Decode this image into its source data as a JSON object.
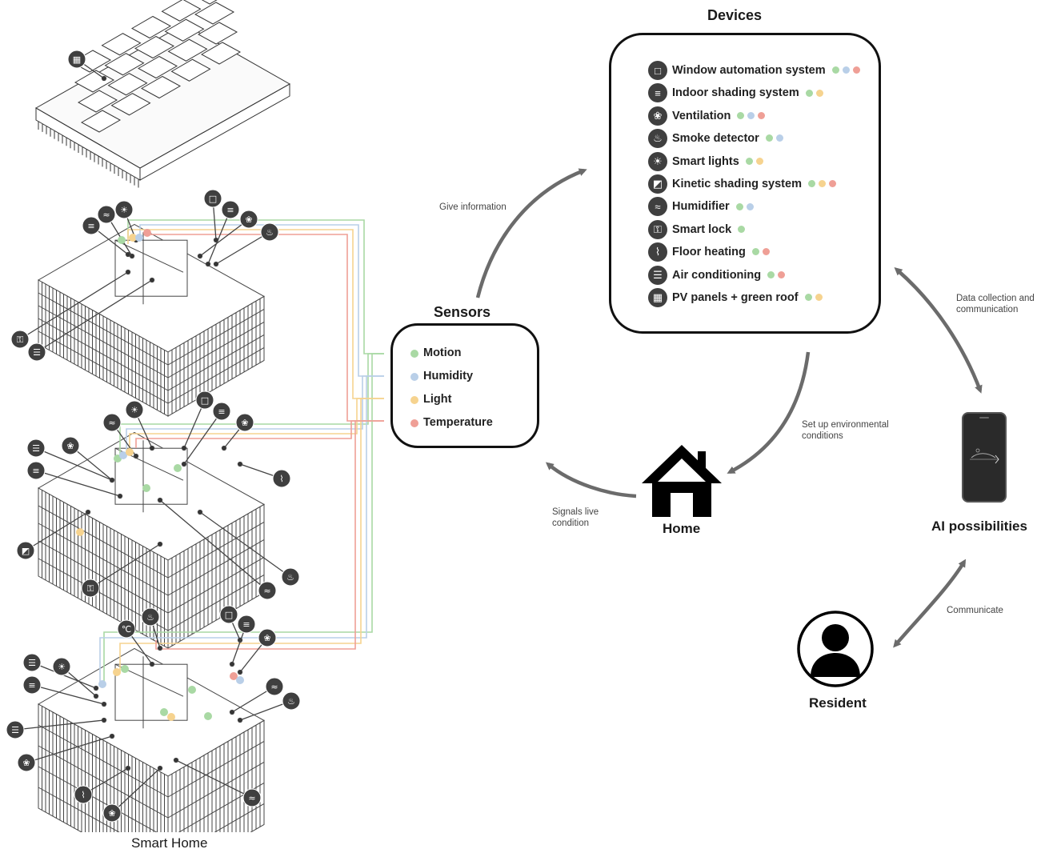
{
  "colors": {
    "motion": "#a9d9a4",
    "humidity": "#b9cfe8",
    "light": "#f6d38f",
    "temperature": "#ef9f96",
    "stroke": "#111111",
    "arrow": "#6b6b6b",
    "icon_bg": "#3f3f3f"
  },
  "labels": {
    "smart_home": "Smart Home",
    "sensors_title": "Sensors",
    "devices_title": "Devices",
    "home": "Home",
    "ai": "AI possibilities",
    "resident": "Resident"
  },
  "sensors": [
    {
      "label": "Motion",
      "color": "#a9d9a4"
    },
    {
      "label": "Humidity",
      "color": "#b9cfe8"
    },
    {
      "label": "Light",
      "color": "#f6d38f"
    },
    {
      "label": "Temperature",
      "color": "#ef9f96"
    }
  ],
  "devices": [
    {
      "label": "Window automation system",
      "icon": "window-icon",
      "sensors": [
        "motion",
        "humidity",
        "temperature"
      ]
    },
    {
      "label": "Indoor shading system",
      "icon": "blinds-icon",
      "sensors": [
        "motion",
        "light"
      ]
    },
    {
      "label": "Ventilation",
      "icon": "fan-icon",
      "sensors": [
        "motion",
        "humidity",
        "temperature"
      ]
    },
    {
      "label": "Smoke detector",
      "icon": "flame-icon",
      "sensors": [
        "motion",
        "humidity"
      ]
    },
    {
      "label": "Smart lights",
      "icon": "bulb-icon",
      "sensors": [
        "motion",
        "light"
      ]
    },
    {
      "label": "Kinetic shading system",
      "icon": "kinetic-shade-icon",
      "sensors": [
        "motion",
        "light",
        "temperature"
      ]
    },
    {
      "label": "Humidifier",
      "icon": "humidifier-icon",
      "sensors": [
        "motion",
        "humidity"
      ]
    },
    {
      "label": "Smart lock",
      "icon": "lock-icon",
      "sensors": [
        "motion"
      ]
    },
    {
      "label": "Floor heating",
      "icon": "heating-icon",
      "sensors": [
        "motion",
        "temperature"
      ]
    },
    {
      "label": "Air conditioning",
      "icon": "ac-icon",
      "sensors": [
        "motion",
        "temperature"
      ]
    },
    {
      "label": "PV panels + green roof",
      "icon": "solar-panel-icon",
      "sensors": [
        "motion",
        "light"
      ]
    }
  ],
  "arrows": {
    "give_information": "Give information",
    "set_up": "Set up environmental conditions",
    "signals_live": "Signals live condition",
    "data_collection": "Data collection and communication",
    "communicate": "Communicate"
  }
}
